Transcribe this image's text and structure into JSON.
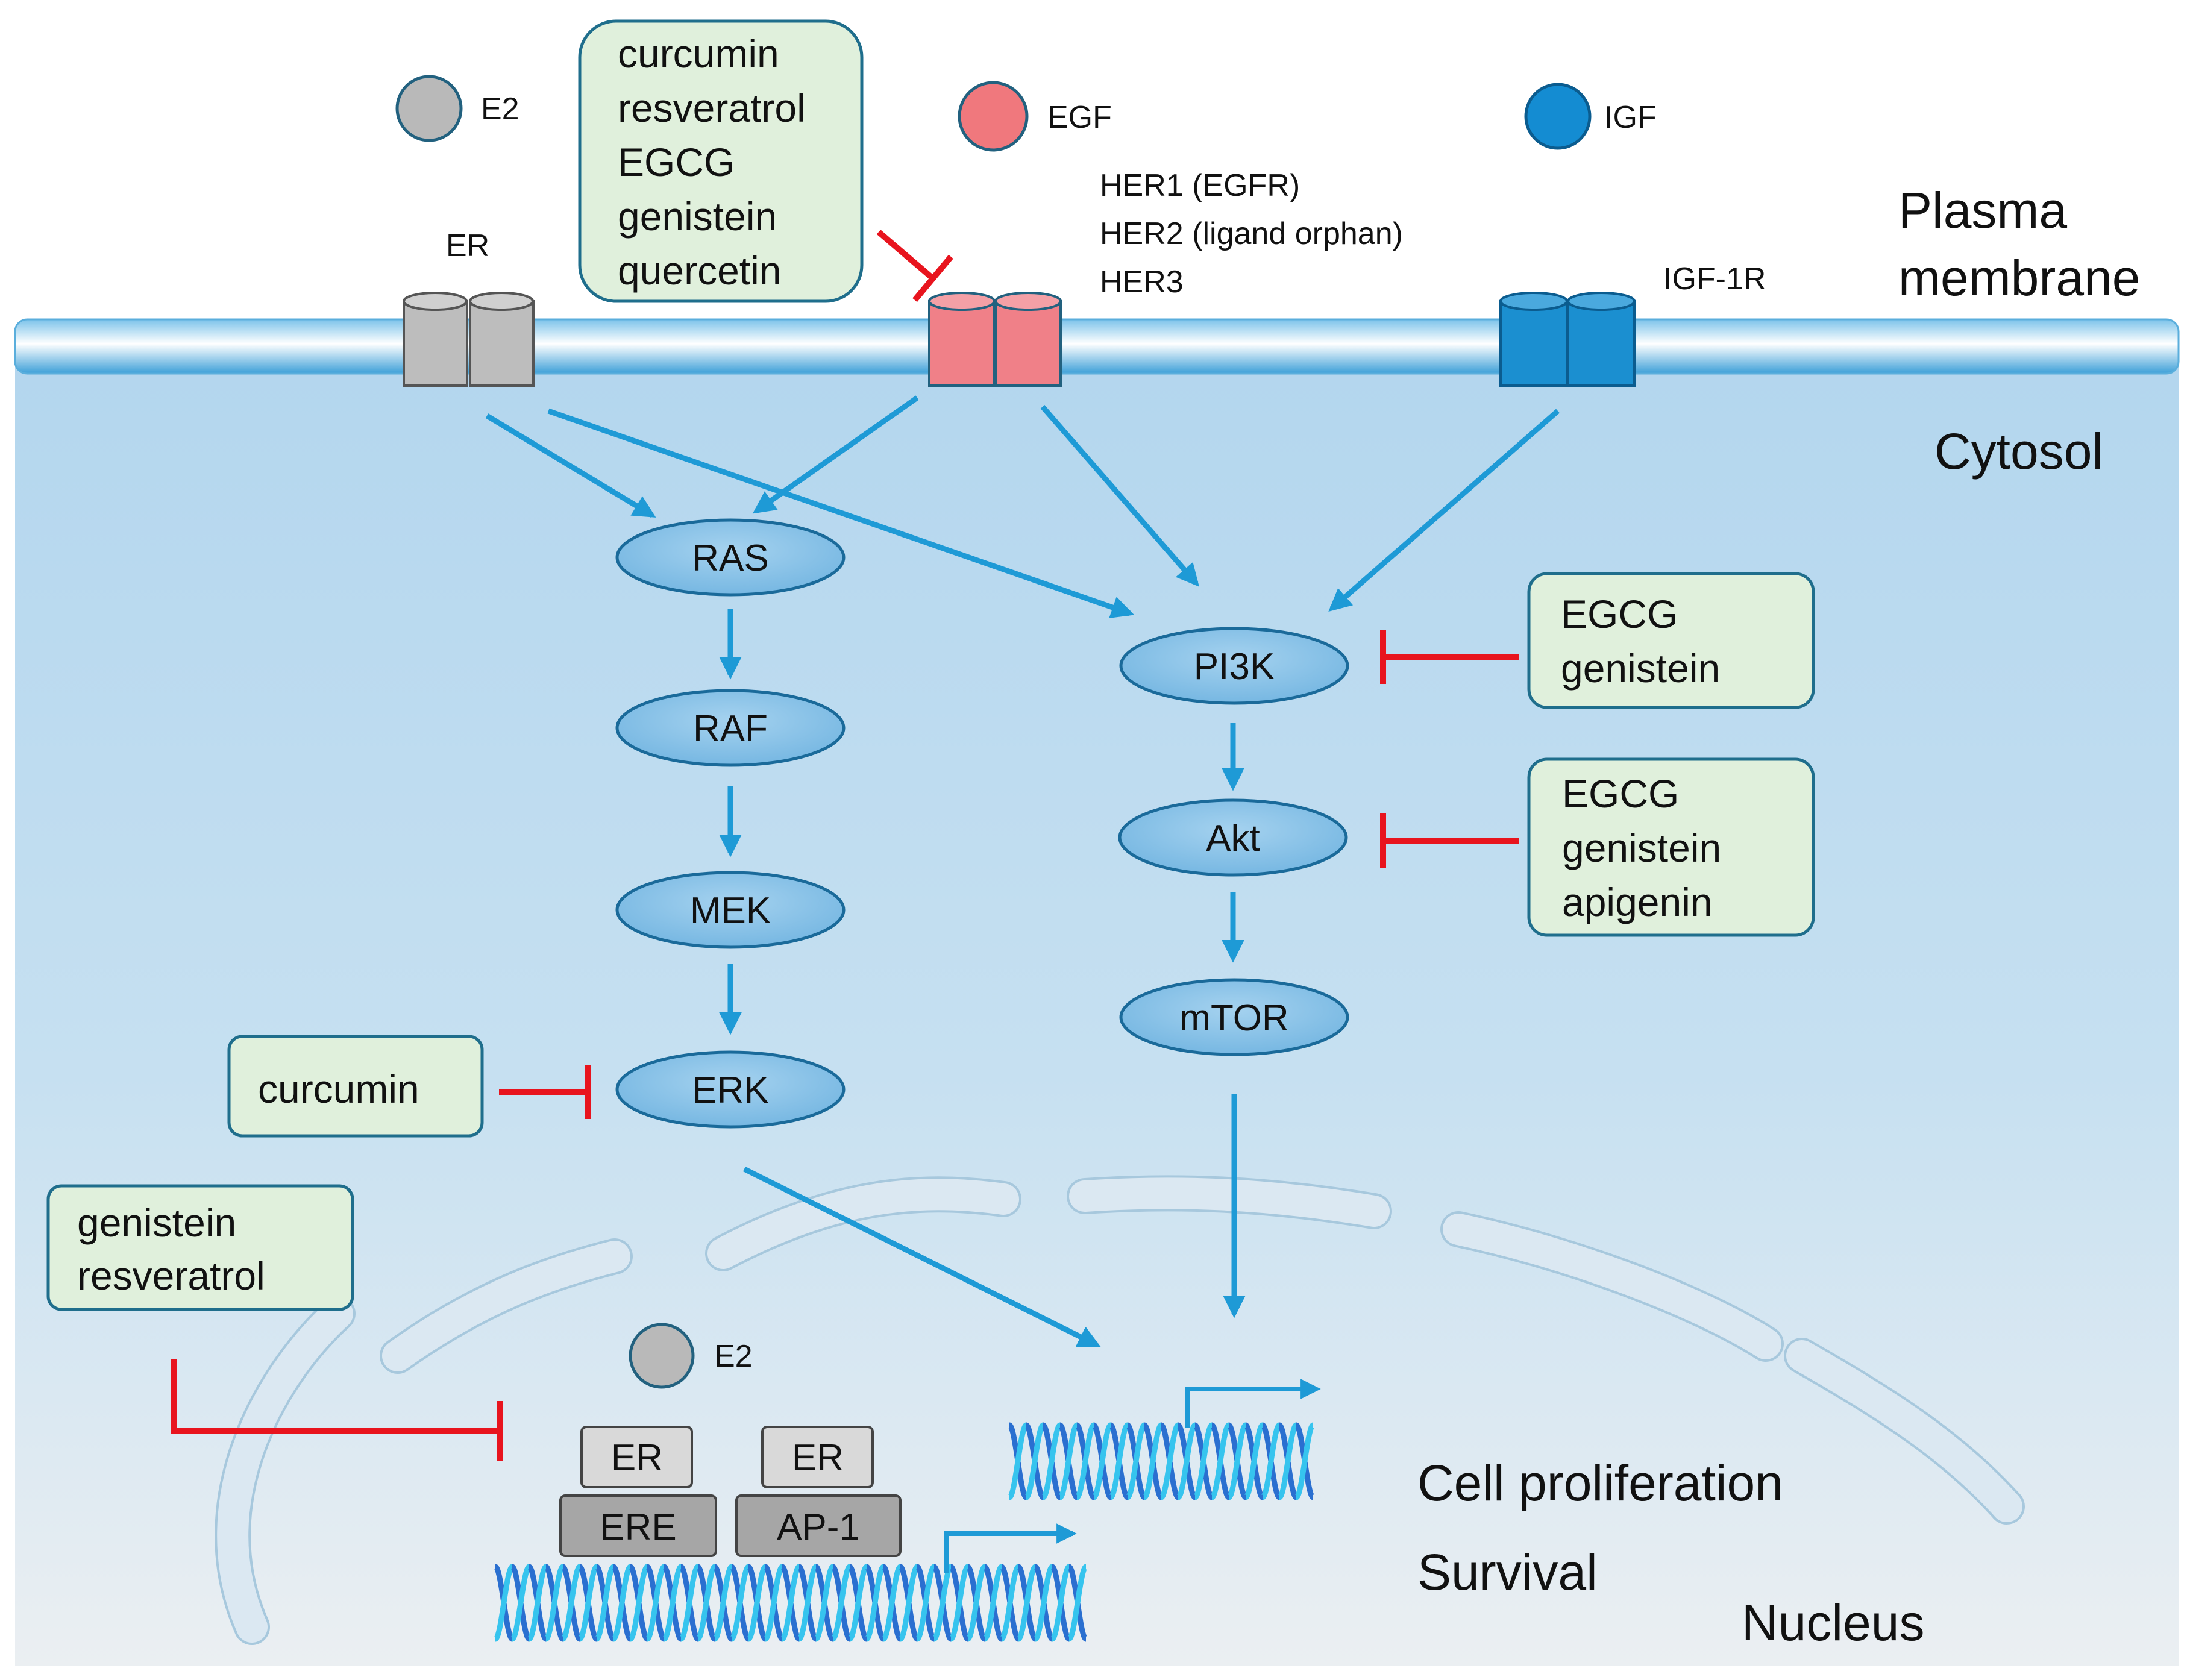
{
  "compartments": {
    "plasma_membrane_line1": "Plasma",
    "plasma_membrane_line2": "membrane",
    "cytosol": "Cytosol",
    "nucleus": "Nucleus"
  },
  "ligands": {
    "e2": "E2",
    "egf": "EGF",
    "igf": "IGF",
    "e2_nuclear": "E2"
  },
  "receptors": {
    "er": "ER",
    "her1": "HER1 (EGFR)",
    "her2": "HER2 (ligand orphan)",
    "her3": "HER3",
    "igf1r": "IGF-1R"
  },
  "pathway_nodes": {
    "ras": "RAS",
    "raf": "RAF",
    "mek": "MEK",
    "erk": "ERK",
    "pi3k": "PI3K",
    "akt": "Akt",
    "mtor": "mTOR"
  },
  "nuclear": {
    "er_1": "ER",
    "ere": "ERE",
    "er_2": "ER",
    "ap1": "AP-1"
  },
  "outcomes": {
    "proliferation": "Cell proliferation",
    "survival": "Survival"
  },
  "inhibitor_boxes": {
    "receptor_box": [
      "curcumin",
      "resveratrol",
      "EGCG",
      "genistein",
      "quercetin"
    ],
    "pi3k_box": [
      "EGCG",
      "genistein"
    ],
    "akt_box": [
      "EGCG",
      "genistein",
      "apigenin"
    ],
    "erk_box": [
      "curcumin"
    ],
    "nuclear_box": [
      "genistein",
      "resveratrol"
    ]
  },
  "colors": {
    "membrane": "#5aaedc",
    "cytosol_top": "#b6d8ee",
    "cytosol_bottom": "#e8eef2",
    "node_fill": "#7fbde6",
    "node_stroke": "#1a6a9a",
    "arrow": "#1e9ad6",
    "inhibit": "#e8141e",
    "box_fill": "#e0f0dc",
    "box_stroke": "#1f6e8c",
    "e2_ligand": "#b9b9b9",
    "egf_ligand": "#f0787d",
    "igf_ligand": "#148cd2",
    "er_receptor": "#bdbdbd",
    "her_receptor": "#f08088",
    "igf_receptor": "#1b8fd0"
  }
}
